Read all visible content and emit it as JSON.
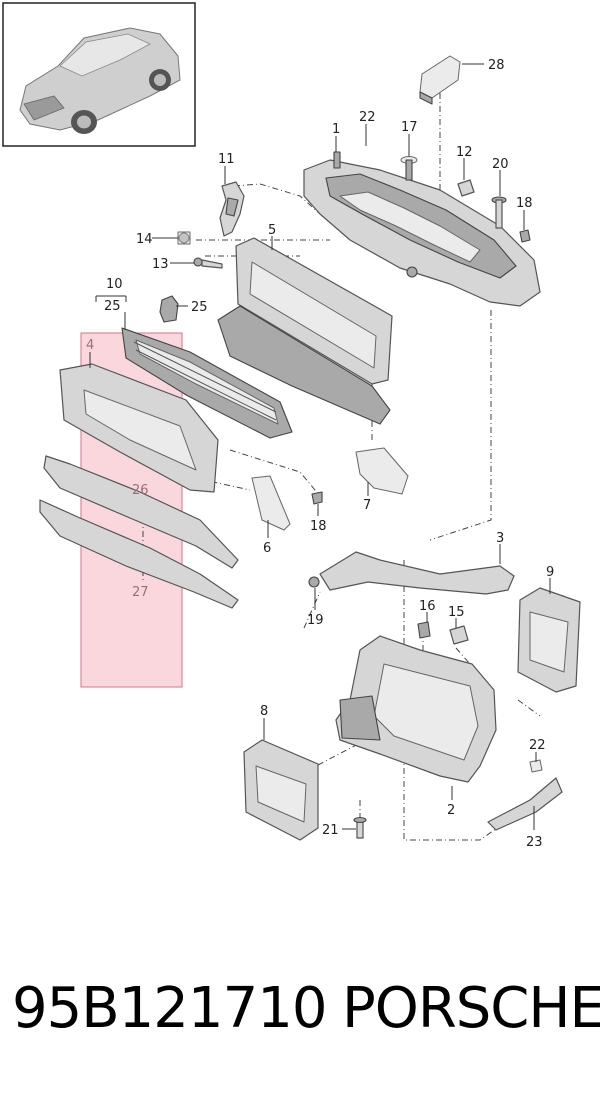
{
  "callouts": {
    "c1": "1",
    "c2": "2",
    "c3": "3",
    "c4": "4",
    "c5": "5",
    "c6": "6",
    "c7": "7",
    "c8": "8",
    "c9": "9",
    "c10": "10",
    "c11": "11",
    "c12": "12",
    "c13": "13",
    "c14": "14",
    "c15": "15",
    "c16": "16",
    "c17": "17",
    "c18a": "18",
    "c18b": "18",
    "c19": "19",
    "c20": "20",
    "c21": "21",
    "c22a": "22",
    "c22b": "22",
    "c23": "23",
    "c25a": "25",
    "c25b": "25",
    "c26": "26",
    "c27": "27",
    "c28": "28"
  },
  "highlight": {
    "color": "#f8c9d2",
    "border": "#d98a98"
  },
  "footer": {
    "part_number": "95B121710",
    "brand": "PORSCHE"
  }
}
